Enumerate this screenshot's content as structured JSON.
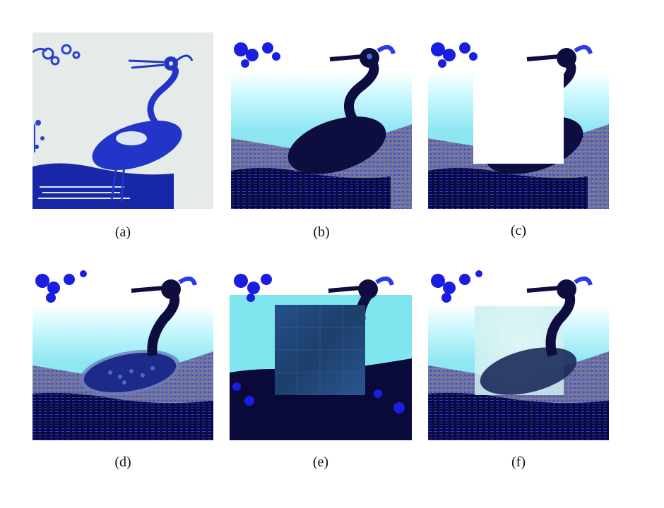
{
  "figure": {
    "panels": [
      {
        "id": "a",
        "label": "(a)",
        "content": "original-crane-porcelain-image"
      },
      {
        "id": "b",
        "label": "(b)",
        "content": "enhanced-crane-image"
      },
      {
        "id": "c",
        "label": "(c)",
        "content": "masked-crane-image"
      },
      {
        "id": "d",
        "label": "(d)",
        "content": "inpainted-result-method-1"
      },
      {
        "id": "e",
        "label": "(e)",
        "content": "inpainted-result-method-2"
      },
      {
        "id": "f",
        "label": "(f)",
        "content": "inpainted-result-method-3"
      }
    ]
  },
  "colors": {
    "porcelain_bg": "#e4ebe8",
    "cobalt": "#2233cc",
    "deep_blue": "#0a0a3a",
    "cyan": "#aaf3ff",
    "speckle": "#6f78b0",
    "mask": "#ffffff",
    "patch": "#1d3f6b"
  }
}
